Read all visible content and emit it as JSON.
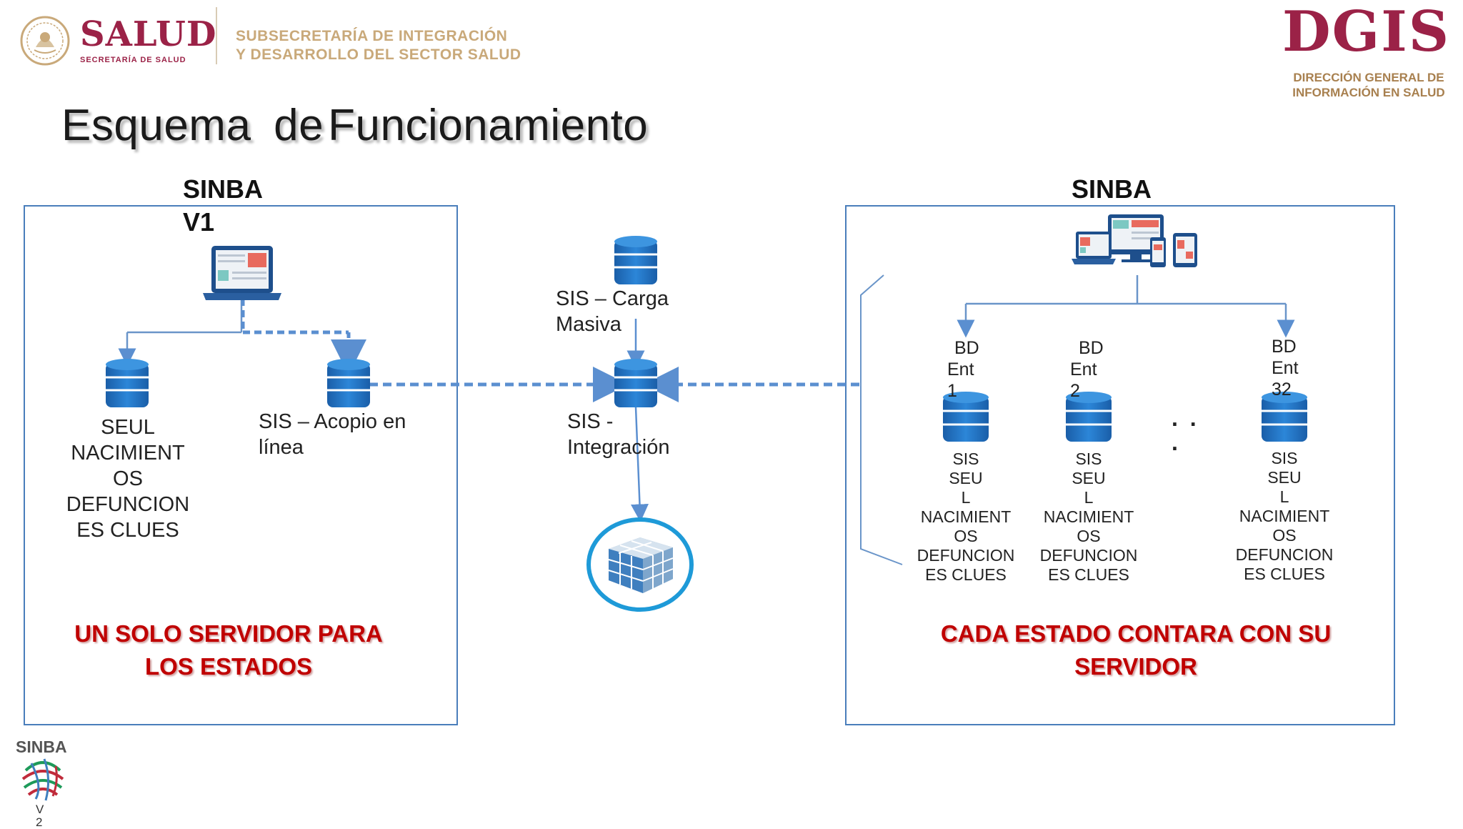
{
  "header": {
    "brand": "SALUD",
    "brand_sub": "SECRETARÍA DE SALUD",
    "subsecretaria_line1": "SUBSECRETARÍA DE INTEGRACIÓN",
    "subsecretaria_line2": "Y DESARROLLO DEL SECTOR SALUD",
    "dgis": "DGIS",
    "dgis_line1": "DIRECCIÓN GENERAL DE",
    "dgis_line2": "INFORMACIÓN EN SALUD"
  },
  "title": {
    "part1": "Esquema",
    "part2": "de",
    "part3": "Funcionamiento"
  },
  "left_panel": {
    "header_line1": "SINBA",
    "header_line2": "V1",
    "db1_label": [
      "SEUL",
      "NACIMIENT",
      "OS",
      "DEFUNCION",
      "ES  CLUES"
    ],
    "db2_label_line1": "SIS – Acopio en",
    "db2_label_line2": "línea",
    "note_line1": "UN SOLO SERVIDOR PARA",
    "note_line2": "LOS ESTADOS"
  },
  "center": {
    "carga_line1": "SIS – Carga",
    "carga_line2": "Masiva",
    "integ_line1": "SIS -",
    "integ_line2": "Integración"
  },
  "right_panel": {
    "header": "SINBA",
    "states": [
      {
        "bd": "BD",
        "ent": "Ent",
        "num": "1",
        "label": [
          "SIS",
          "SEU",
          "L",
          "NACIMIENT",
          "OS",
          "DEFUNCION",
          "ES  CLUES"
        ]
      },
      {
        "bd": "BD",
        "ent": "Ent",
        "num": "2",
        "label": [
          "SIS",
          "SEU",
          "L",
          "NACIMIENT",
          "OS",
          "DEFUNCION",
          "ES  CLUES"
        ]
      },
      {
        "bd": "BD",
        "ent": "Ent",
        "num": "32",
        "label": [
          "SIS",
          "SEU",
          "L",
          "NACIMIENT",
          "OS",
          "DEFUNCION",
          "ES  CLUES"
        ]
      }
    ],
    "ellipsis_line1": ". .",
    "ellipsis_line2": ".",
    "note_line1": "CADA ESTADO CONTARA CON SU",
    "note_line2": "SERVIDOR"
  },
  "footer": {
    "logo_text": "SINBA",
    "logo_sub1": "V",
    "logo_sub2": "2"
  },
  "colors": {
    "brand": "#9b2247",
    "gold": "#c9a97a",
    "box_border": "#4a7ebb",
    "arrow": "#5b8fd0",
    "db_blue": "#1f6fc0",
    "note_red": "#c00000"
  }
}
